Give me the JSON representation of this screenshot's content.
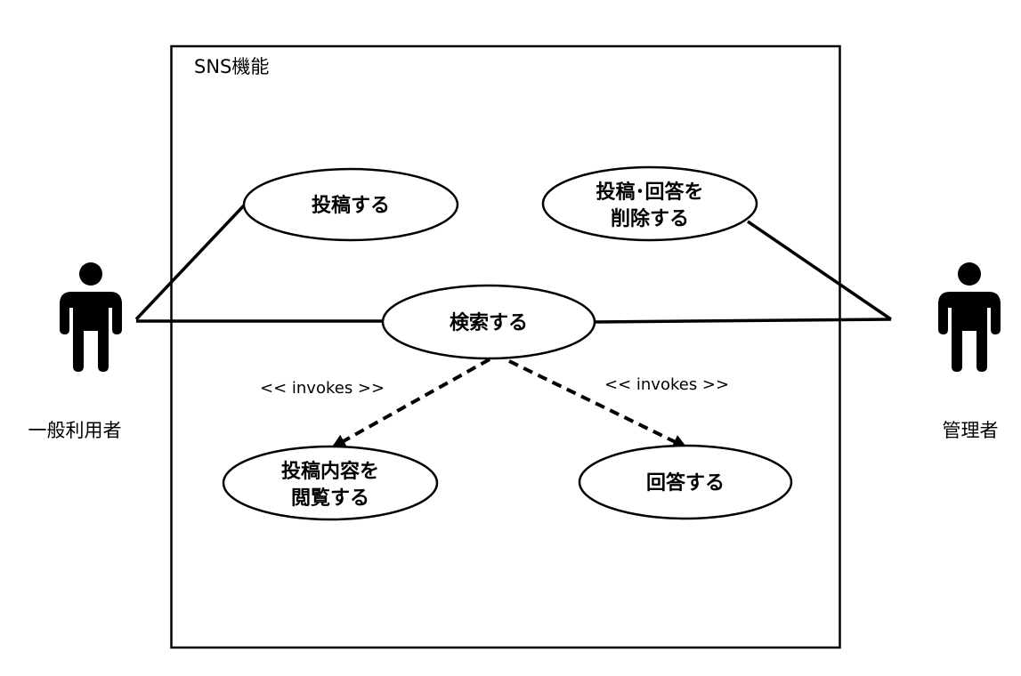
{
  "system": {
    "title": "SNS機能"
  },
  "actors": {
    "general_user": {
      "label": "一般利用者"
    },
    "admin": {
      "label": "管理者"
    }
  },
  "usecases": {
    "post": {
      "lines": [
        "投稿する"
      ]
    },
    "delete": {
      "lines": [
        "投稿･回答を",
        "削除する"
      ]
    },
    "search": {
      "lines": [
        "検索する"
      ]
    },
    "view": {
      "lines": [
        "投稿内容を",
        "閲覧する"
      ]
    },
    "answer": {
      "lines": [
        "回答する"
      ]
    }
  },
  "relations": {
    "invokes_left": "<< invokes >>",
    "invokes_right": "<< invokes >>"
  }
}
